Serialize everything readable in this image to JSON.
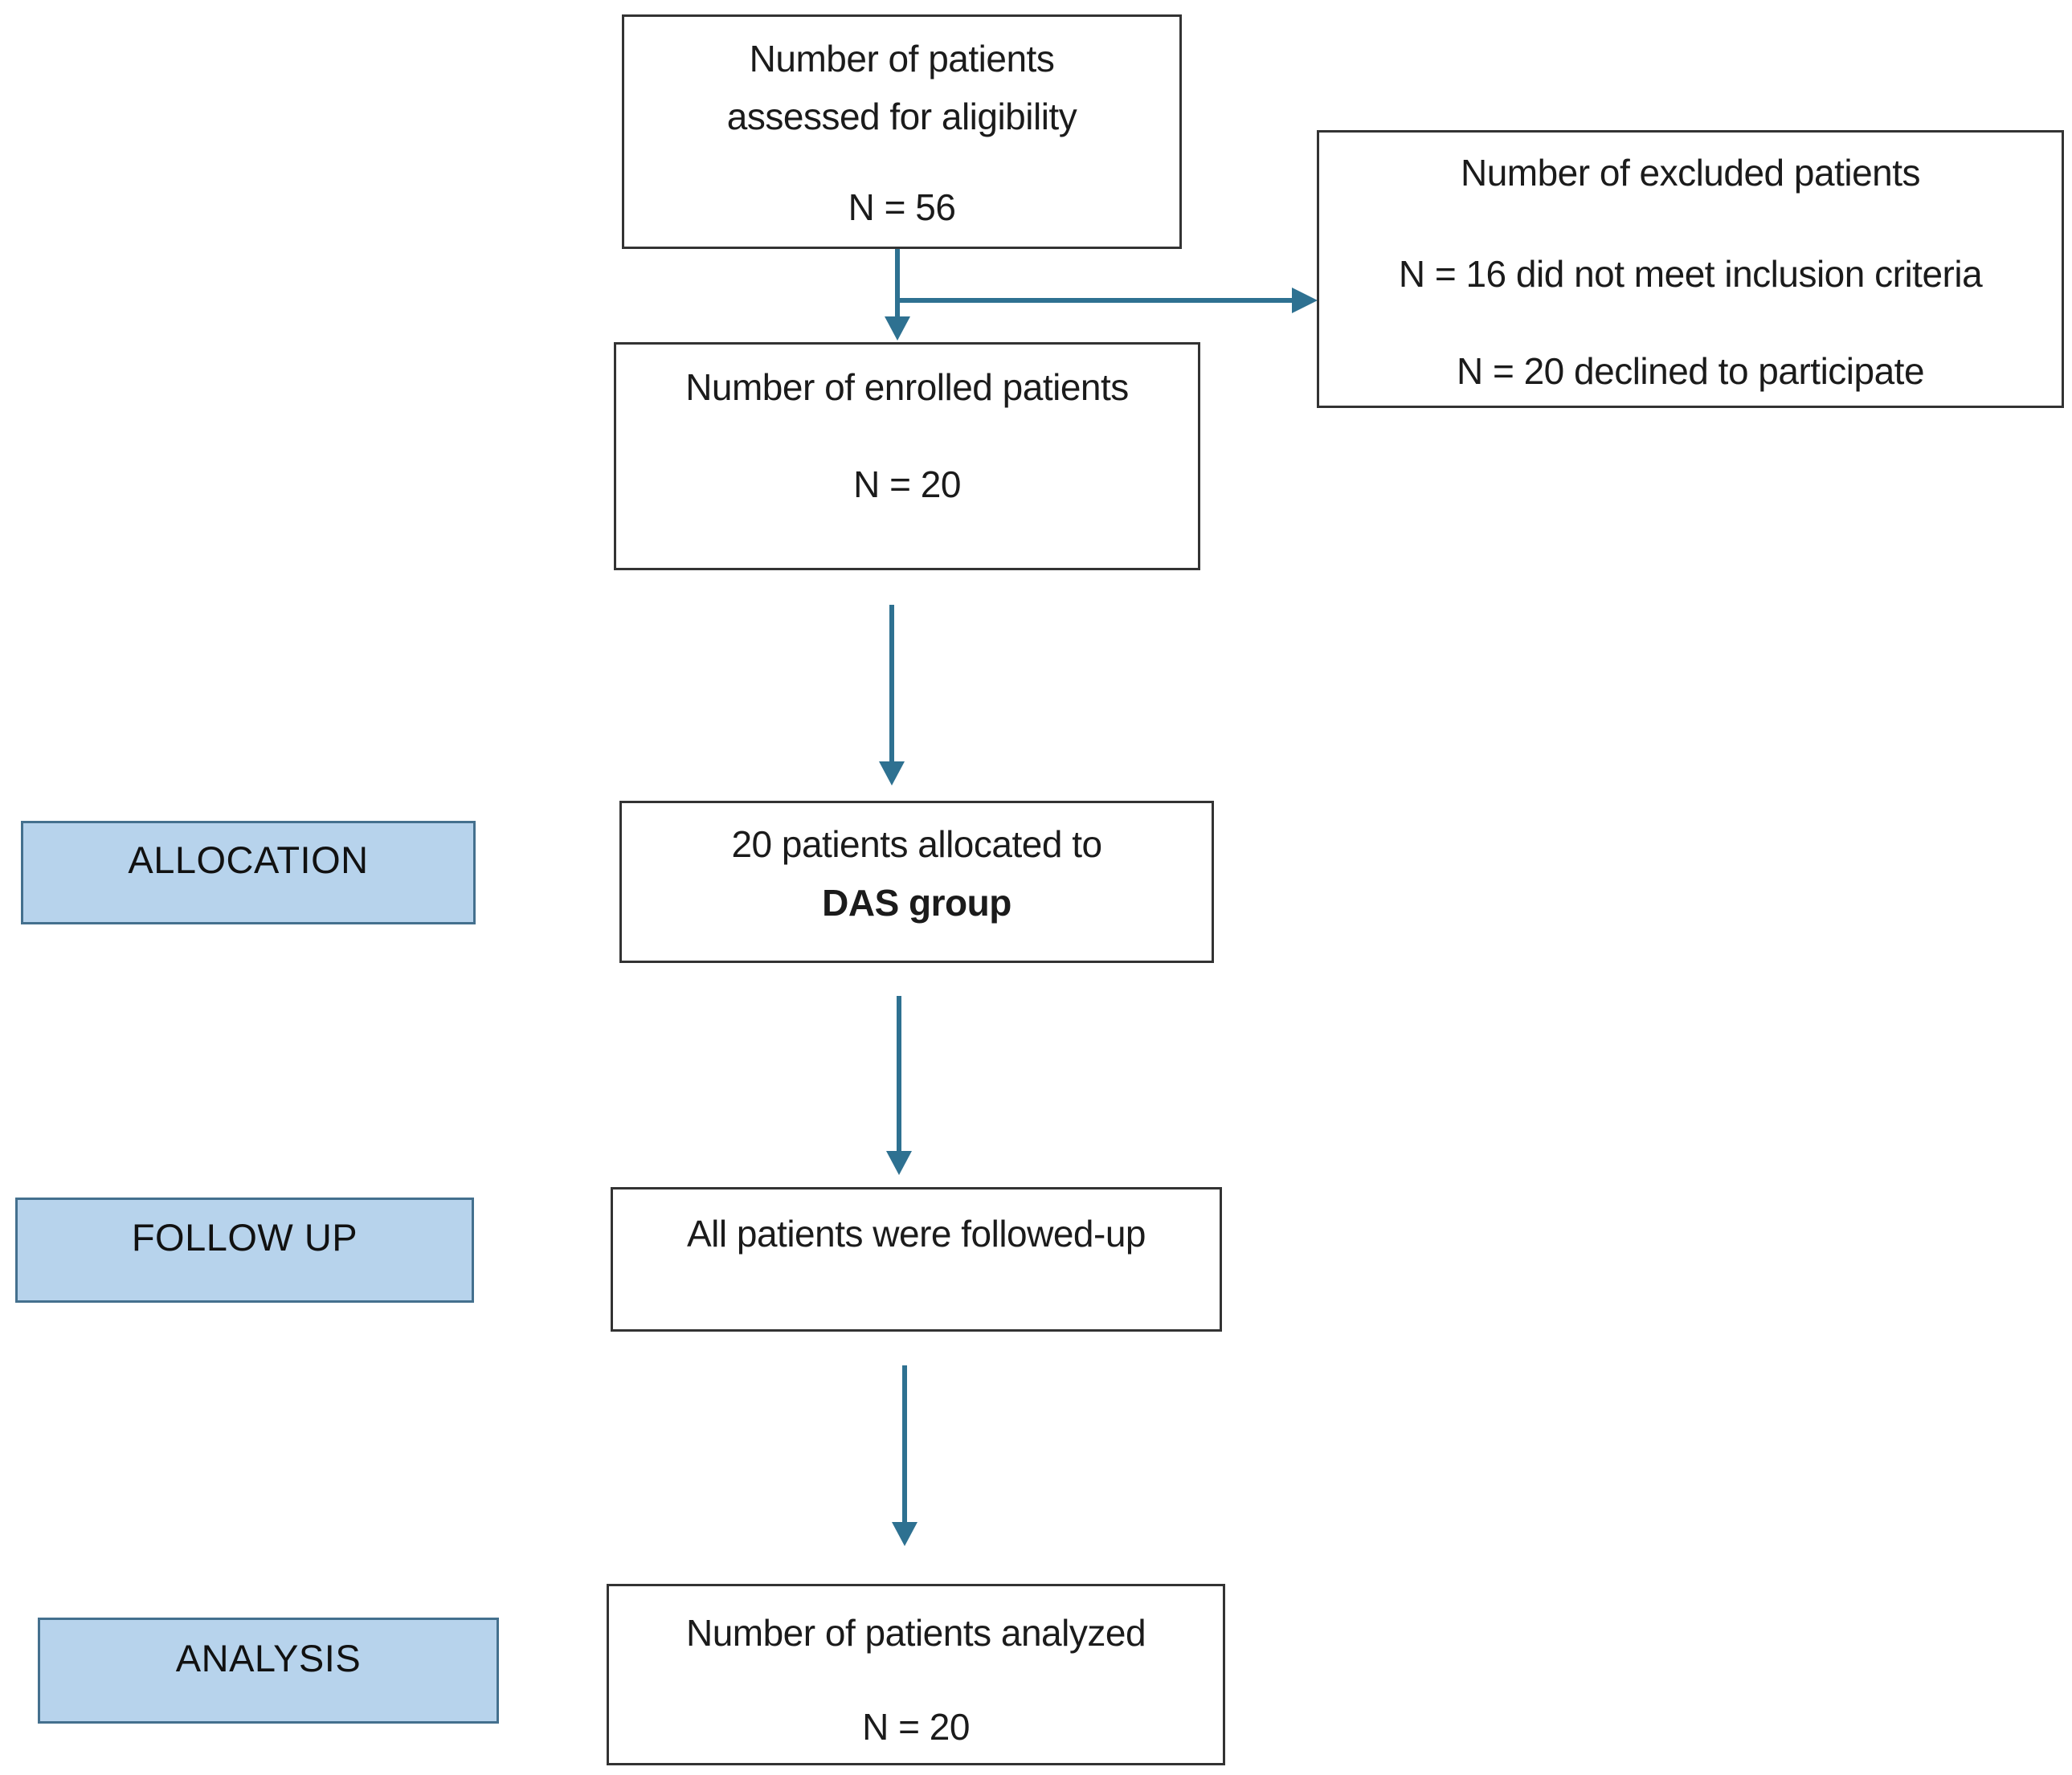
{
  "diagram": {
    "boxes": {
      "assessed": {
        "line1": "Number of patients",
        "line2": "assessed for aligibility",
        "count": "N = 56"
      },
      "excluded": {
        "title": "Number of  excluded patients",
        "reason1": "N = 16 did not meet inclusion criteria",
        "reason2": "N = 20 declined to participate"
      },
      "enrolled": {
        "line1": "Number of enrolled patients",
        "count": "N = 20"
      },
      "allocation": {
        "line1": "20 patients allocated to",
        "group": "DAS group"
      },
      "followup": {
        "line1": "All patients were followed-up"
      },
      "analysis": {
        "line1": "Number of patients analyzed",
        "count": "N = 20"
      }
    },
    "labels": {
      "allocation": "ALLOCATION",
      "followup": "FOLLOW UP",
      "analysis": "ANALYSIS"
    },
    "colors": {
      "arrow": "#2E7191",
      "label_fill": "#B7D3EC",
      "label_border": "#44708E",
      "box_border": "#333333",
      "text": "#1B1B1B",
      "background": "#FFFFFF"
    }
  }
}
